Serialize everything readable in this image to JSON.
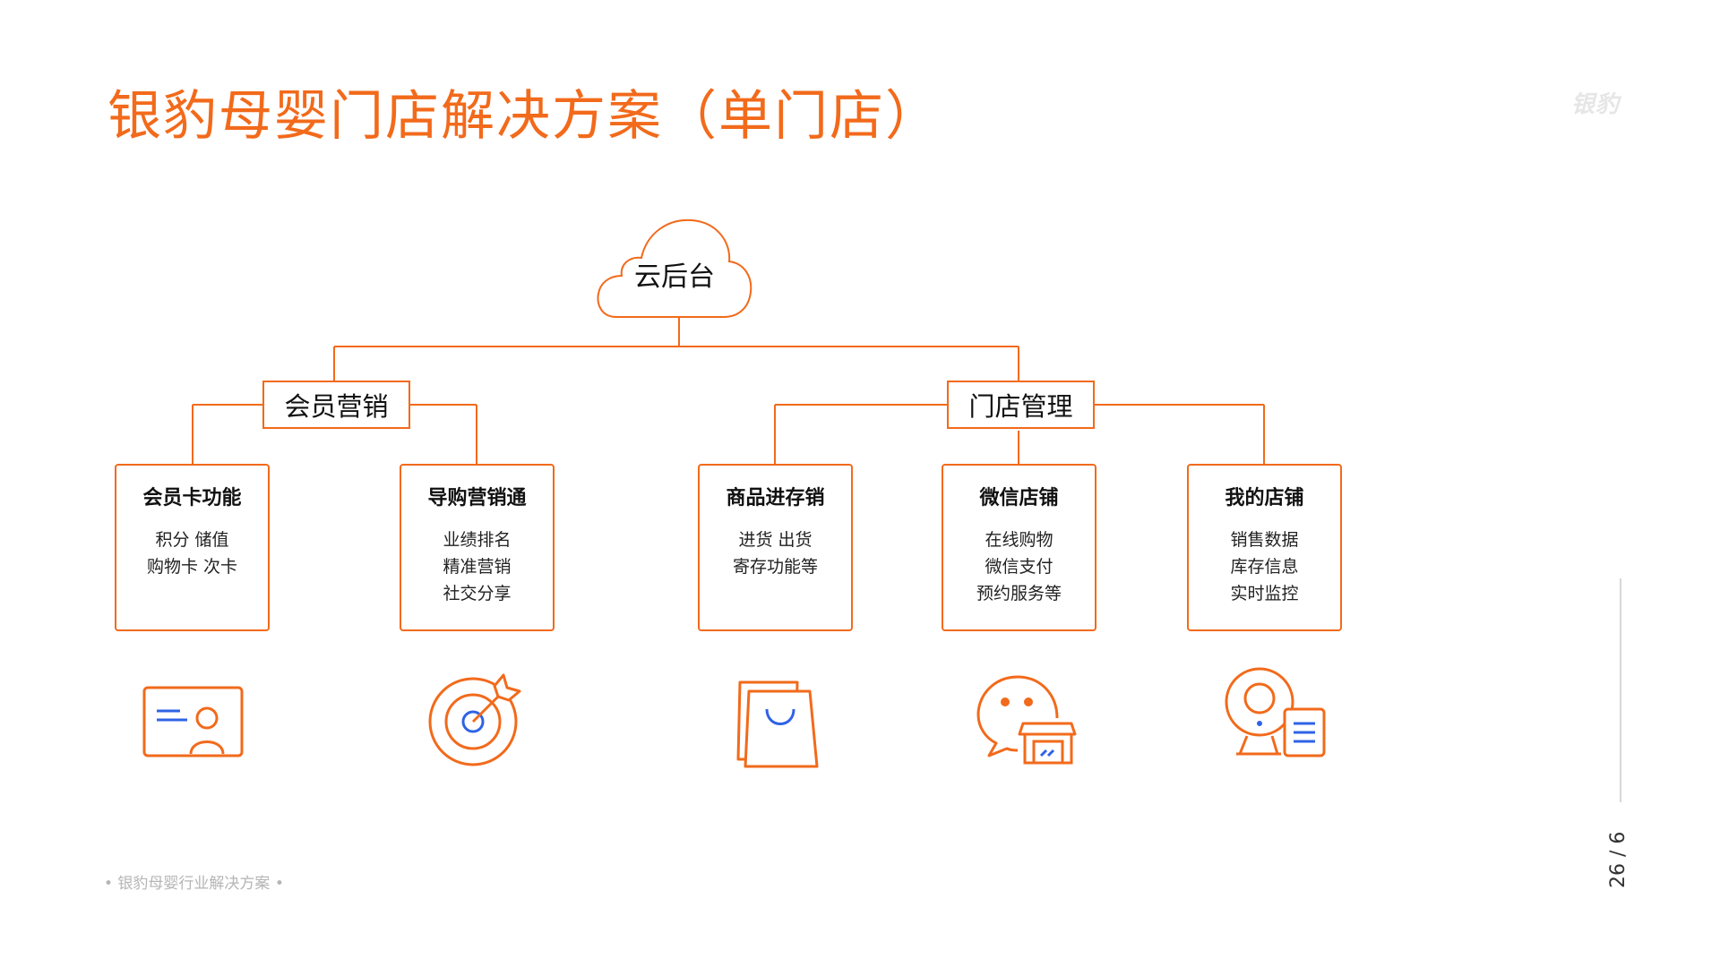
{
  "header": {
    "title": "银豹母婴门店解决方案（单门店）",
    "brand": "银豹"
  },
  "diagram": {
    "root": {
      "label": "云后台"
    },
    "branches": [
      {
        "label": "会员营销"
      },
      {
        "label": "门店管理"
      }
    ],
    "cards": [
      {
        "title": "会员卡功能",
        "lines": [
          "积分 储值",
          "购物卡 次卡"
        ],
        "icon": "member-card-icon"
      },
      {
        "title": "导购营销通",
        "lines": [
          "业绩排名",
          "精准营销",
          "社交分享"
        ],
        "icon": "target-icon"
      },
      {
        "title": "商品进存销",
        "lines": [
          "进货 出货",
          "寄存功能等"
        ],
        "icon": "shopping-bag-icon"
      },
      {
        "title": "微信店铺",
        "lines": [
          "在线购物",
          "微信支付",
          "预约服务等"
        ],
        "icon": "wechat-store-icon"
      },
      {
        "title": "我的店铺",
        "lines": [
          "销售数据",
          "库存信息",
          "实时监控"
        ],
        "icon": "camera-monitor-icon"
      }
    ]
  },
  "footer": {
    "text": "• 银豹母婴行业解决方案 •",
    "page": "26 / 6"
  },
  "colors": {
    "accent": "#f26a1b",
    "icon_blue": "#2f63e6",
    "text": "#111111",
    "muted": "#b5b5b5"
  }
}
